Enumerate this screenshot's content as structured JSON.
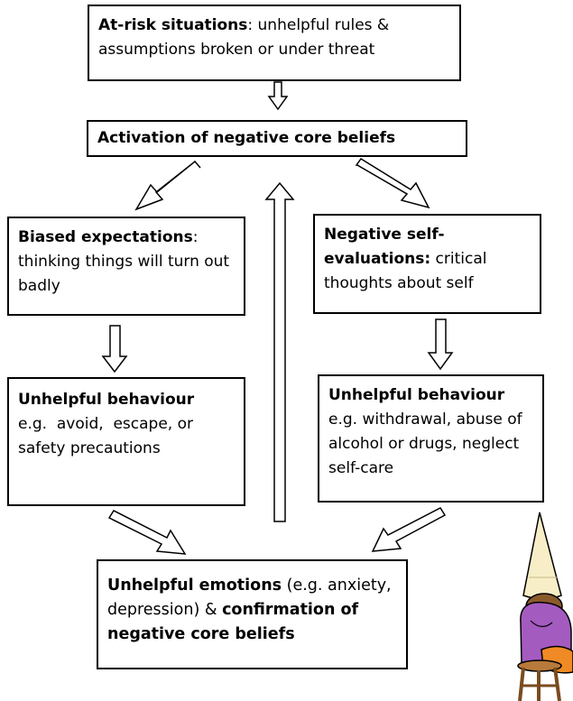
{
  "boxes": {
    "at_risk": {
      "bold": "At-risk situations",
      "rest": ": unhelpful rules & assumptions broken or under threat"
    },
    "activation": {
      "bold": "Activation of negative core beliefs"
    },
    "biased": {
      "bold": "Biased expectations",
      "rest": ": thinking things will turn out badly"
    },
    "self_eval": {
      "bold": "Negative self-evaluations:",
      "rest": " critical thoughts about self"
    },
    "behaviour_left": {
      "bold": "Unhelpful behaviour",
      "rest": "e.g.  avoid,  escape, or safety precautions"
    },
    "behaviour_right": {
      "bold": "Unhelpful behaviour",
      "rest": "e.g. withdrawal, abuse of alcohol or drugs, neglect self-care"
    },
    "emotions": {
      "bold1": "Unhelpful emotions",
      "rest1": " (e.g. anxiety, depression) & ",
      "bold2": "confirmation of negative core beliefs"
    }
  },
  "illustration": {
    "name": "dunce-cap-figure-on-stool"
  }
}
